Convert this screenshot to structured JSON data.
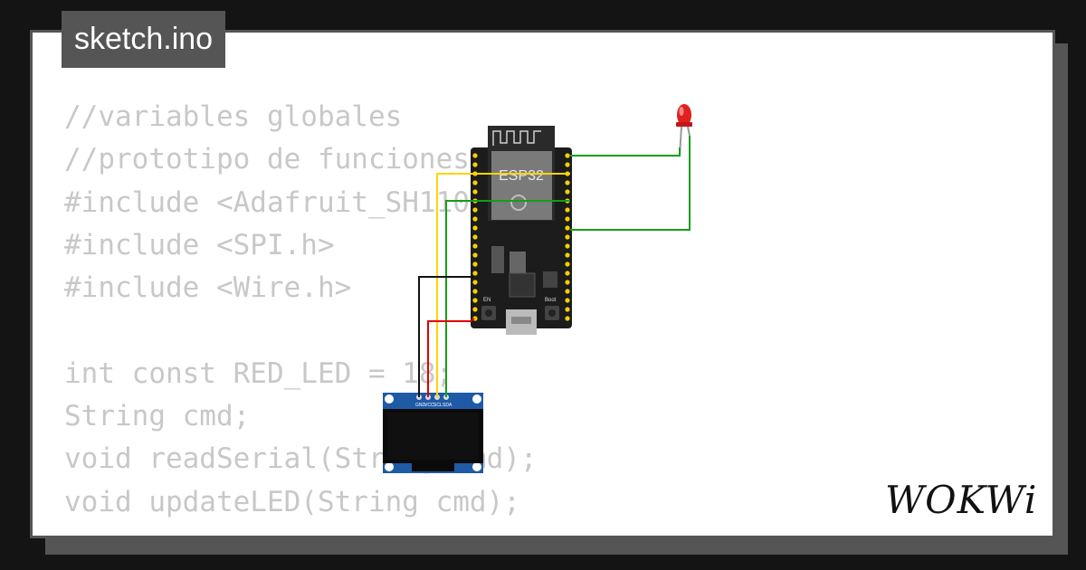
{
  "file_tab": {
    "label": "sketch.ino"
  },
  "code_lines": [
    "//variables globales",
    "//prototipo de funciones",
    "#include <Adafruit_SH110X.h>",
    "#include <SPI.h>",
    "#include <Wire.h>",
    "",
    "int const RED_LED = 18;",
    "String cmd;",
    "void readSerial(String cmd);",
    "void updateLED(String cmd);"
  ],
  "board": {
    "label": "ESP32",
    "button_left": "EN",
    "button_right": "Boot"
  },
  "oled": {
    "pins": [
      "GND",
      "VCC",
      "SCL",
      "SDA"
    ]
  },
  "brand": {
    "logo_text": "WOKWi"
  },
  "colors": {
    "wire_yellow": "#ffd400",
    "wire_green": "#149e14",
    "wire_red": "#e00000",
    "wire_black": "#111111",
    "led": "#e02020"
  }
}
